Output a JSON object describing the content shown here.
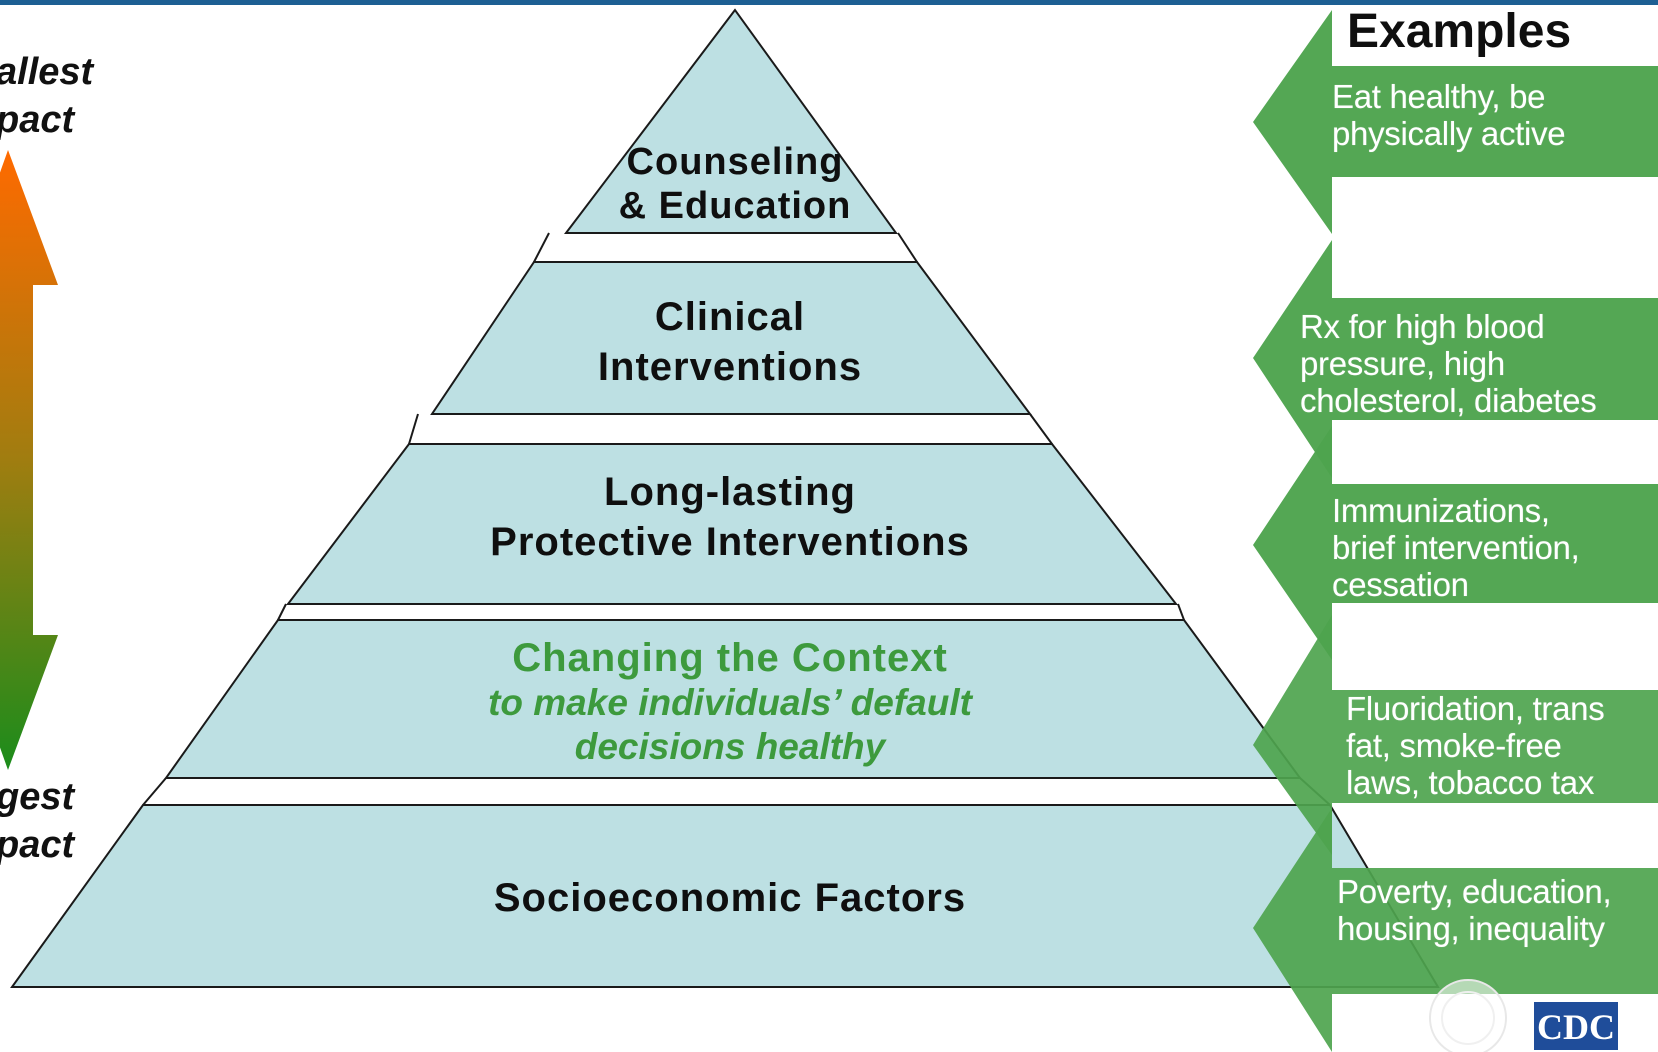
{
  "colors": {
    "top_rule": "#1d5f93",
    "tier_fill": "#bde0e3",
    "tier_stroke": "#1a1a1a",
    "example_green": "#4ea44e",
    "context_text_green": "#3d9a3d",
    "arrow_top": "#ff6a00",
    "arrow_bottom": "#1b8c1b",
    "cdc_blue": "#1f4d9a"
  },
  "impact_scale": {
    "top_label": [
      "allest",
      "pact"
    ],
    "bottom_label": [
      "gest",
      "pact"
    ]
  },
  "pyramid": {
    "tiers": [
      {
        "key": "counseling",
        "lines": [
          "Counseling",
          "& Education"
        ]
      },
      {
        "key": "clinical",
        "lines": [
          "Clinical",
          "Interventions"
        ]
      },
      {
        "key": "protective",
        "lines": [
          "Long-lasting",
          "Protective Interventions"
        ]
      },
      {
        "key": "context",
        "title": "Changing the Context",
        "subtitle_lines": [
          "to make individuals’ default",
          "decisions healthy"
        ]
      },
      {
        "key": "socioeconomic",
        "lines": [
          "Socioeconomic Factors"
        ]
      }
    ]
  },
  "examples": {
    "heading": "Examples",
    "items": [
      {
        "lines": [
          "Eat healthy, be",
          "physically active"
        ]
      },
      {
        "lines": [
          "Rx for high blood",
          "pressure, high",
          "cholesterol, diabetes"
        ]
      },
      {
        "lines": [
          "Immunizations,",
          "brief intervention,",
          "cessation"
        ]
      },
      {
        "lines": [
          "Fluoridation, trans",
          "fat, smoke-free",
          "laws, tobacco tax"
        ]
      },
      {
        "lines": [
          "Poverty, education,",
          "housing, inequality"
        ]
      }
    ]
  },
  "logos": {
    "cdc_text": "CDC",
    "hhs_seal_icon": "hhs-seal-icon"
  }
}
